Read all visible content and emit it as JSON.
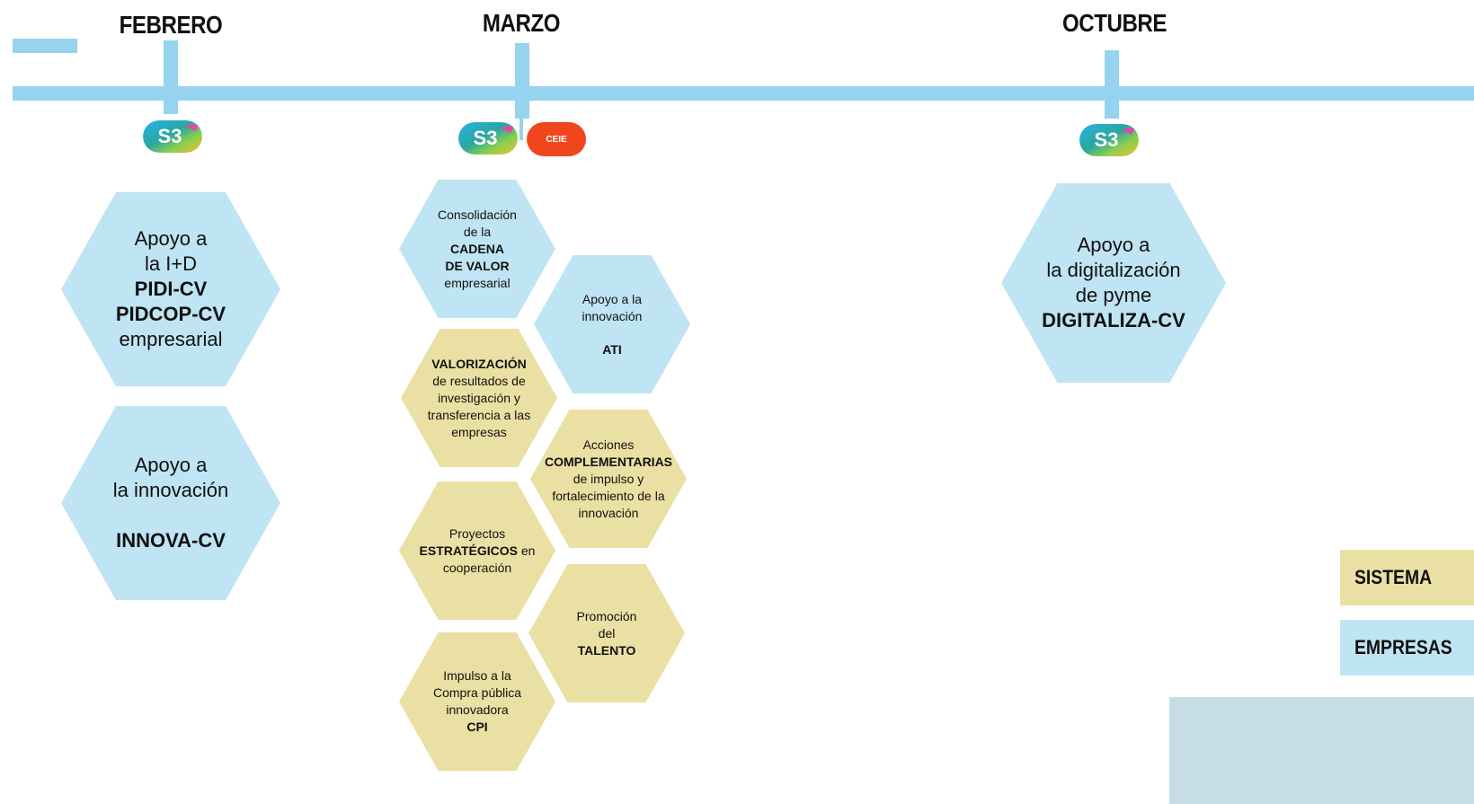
{
  "months": {
    "feb": "FEBRERO",
    "mar": "MARZO",
    "oct": "OCTUBRE"
  },
  "badges": {
    "s3": "S3",
    "ceie": "CEIE"
  },
  "colors": {
    "timeline": "#96d3ee",
    "blue_program": "#bfe4f4",
    "yellow_program": "#ebe0a3",
    "ceie_badge": "#f0461e",
    "footer_box": "#c6dde4"
  },
  "febrero": [
    {
      "l1": "Apoyo a",
      "l2": "la I+D",
      "b1": "PIDI-CV",
      "b2": "PIDCOP-CV",
      "l3": "empresarial"
    },
    {
      "l1": "Apoyo a",
      "l2": "la innovación",
      "b1": "INNOVA-CV"
    }
  ],
  "marzo": {
    "cadena": {
      "l1": "Consolidación",
      "l2": "de la",
      "b1": "CADENA",
      "b2": "DE VALOR",
      "l3": "empresarial"
    },
    "ati": {
      "l1": "Apoyo a la",
      "l2": "innovación",
      "b1": "ATI"
    },
    "valorizacion": {
      "b1": "VALORIZACIÓN",
      "l1": "de resultados de",
      "l2": "investigación y",
      "l3": "transferencia a las",
      "l4": "empresas"
    },
    "complementarias": {
      "l1": "Acciones",
      "b1": "COMPLEMENTARIAS",
      "l2": "de impulso y",
      "l3": "fortalecimiento de la",
      "l4": "innovación"
    },
    "estrategicos": {
      "l1": "Proyectos",
      "b1": "ESTRATÉGICOS",
      "l2": "en",
      "l3": "cooperación"
    },
    "talento": {
      "l1": "Promoción",
      "l2": "del",
      "b1": "TALENTO"
    },
    "cpi": {
      "l1": "Impulso a la",
      "l2": "Compra pública",
      "l3": "innovadora",
      "b1": "CPI"
    }
  },
  "octubre": {
    "l1": "Apoyo a",
    "l2": "la digitalización",
    "l3": "de pyme",
    "b1": "DIGITALIZA-CV"
  },
  "legend": {
    "sistema": "SISTEMA",
    "empresas": "EMPRESAS"
  }
}
